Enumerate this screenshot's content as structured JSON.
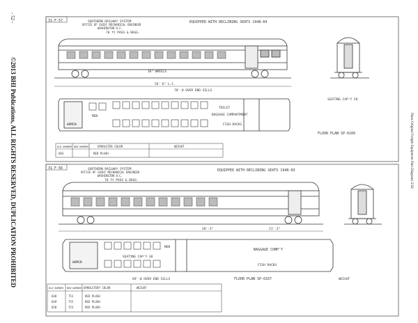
{
  "page_number": "- 52 -",
  "copyright": "©2013 BHI Publications, ALL RIGHTS RESERVED, DUPLICATION PROHIBITED",
  "right_margin": "Plans Original     Freight Equipment Plan Diagrams 5/54",
  "top_plan": {
    "plan_id": "31-F-57",
    "railway": "SOUTHERN RAILWAY SYSTEM",
    "office": "OFFICE OF CHIEF MECHANICAL ENGINEER",
    "location": "WASHINGTON D.C.",
    "car_desc": "70 ft PASS & BAGG.",
    "equipped": "EQUIPPED WITH RECLINING SEATS 1948-69",
    "wheels": "36\" WHEELS",
    "length_label": "56'-6\" L.C.",
    "overall": "70'-0 OVER END SILLS",
    "seating": "SEATING CAP'Y 58",
    "women": "WOMEN",
    "men": "MEN",
    "toilet": "TOILET",
    "baggage": "BAGGAGE COMPARTMENT",
    "fish_racks": "FISH RACKS",
    "floor_plan": "FLOOR PLAN SP-6166",
    "table_headers": [
      "OLD NUMBER",
      "NEW NUMBER",
      "UPHOLSTER COLOR",
      "WEIGHT"
    ],
    "table_row": [
      "683",
      "",
      "RED PLUSH",
      ""
    ]
  },
  "bottom_plan": {
    "plan_id": "31-F-56",
    "railway": "SOUTHERN RAILWAY SYSTEM",
    "office": "OFFICE OF CHIEF MECHANICAL ENGINEER",
    "location": "WASHINGTON D.C.",
    "car_desc": "70 ft PASS & BAGG.",
    "equipped": "EQUIPPED WITH RECLINING SEATS 1948-69",
    "seating": "SEATING CAP'Y 38",
    "women": "WOMEN",
    "men": "MEN",
    "baggage": "BAGGAGE COMP'T",
    "fish_racks": "FISH RACKS",
    "floor_plan": "FLOOR PLAN SP-6167",
    "overall": "69'-0 OVER END SILLS",
    "dim_a": "28'-3\"",
    "dim_b": "21'-3\"",
    "weight_label": "WEIGHT",
    "table_headers": [
      "OLD NUMBER",
      "NEW NUMBER",
      "UPHOLSTERY COLOR",
      "WEIGHT"
    ],
    "table_rows": [
      [
        "648",
        "751",
        "RED PLUSH",
        ""
      ],
      [
        "649",
        "752",
        "RED PLUSH",
        ""
      ],
      [
        "650",
        "753",
        "RED PLUSH",
        ""
      ]
    ]
  }
}
